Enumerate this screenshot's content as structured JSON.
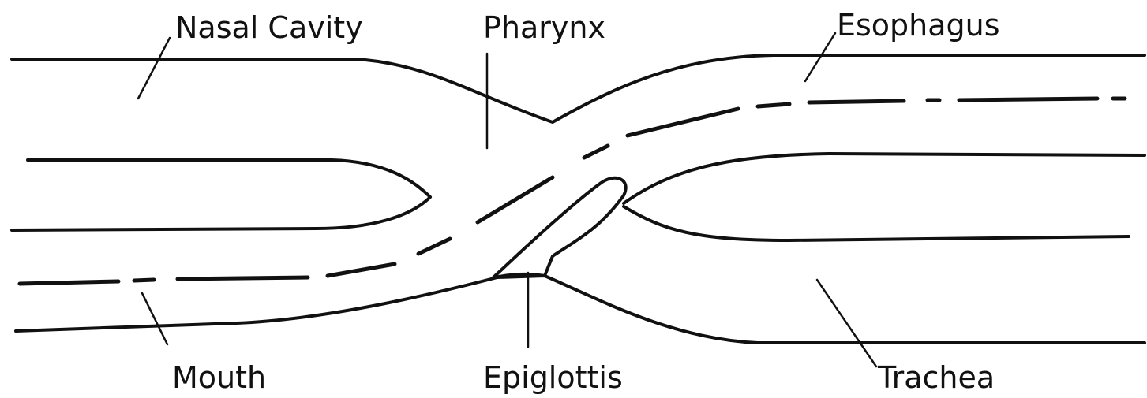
{
  "labels": {
    "nasal_cavity": "Nasal Cavity",
    "pharynx": "Pharynx",
    "esophagus": "Esophagus",
    "mouth": "Mouth",
    "epiglottis": "Epiglottis",
    "trachea": "Trachea"
  },
  "colors": {
    "line": "#111111",
    "background": "#ffffff"
  }
}
